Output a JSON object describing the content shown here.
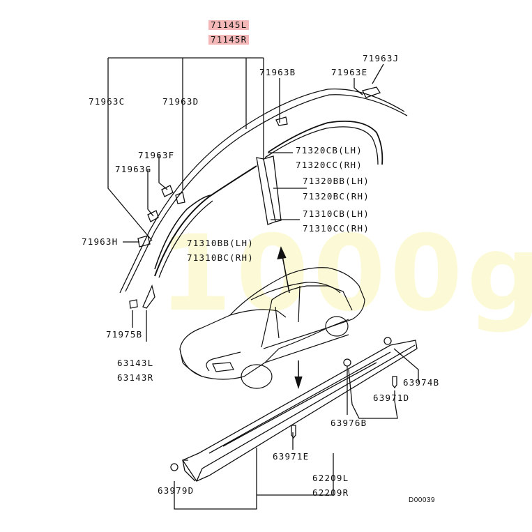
{
  "header": {
    "part_left": "71145L",
    "part_right": "71145R"
  },
  "labels": {
    "p71963J": "71963J",
    "p71963B": "71963B",
    "p71963E": "71963E",
    "p71963C": "71963C",
    "p71963D": "71963D",
    "p71963F": "71963F",
    "p71963G": "71963G",
    "p71963H": "71963H",
    "p71320CB": "71320CB(LH)",
    "p71320CC": "71320CC(RH)",
    "p71320BB": "71320BB(LH)",
    "p71320BC": "71320BC(RH)",
    "p71310CB": "71310CB(LH)",
    "p71310CC": "71310CC(RH)",
    "p71310BB": "71310BB(LH)",
    "p71310BC": "71310BC(RH)",
    "p71975B": "71975B",
    "p63143L": "63143L",
    "p63143R": "63143R",
    "p63974B": "63974B",
    "p63971D": "63971D",
    "p63976B": "63976B",
    "p63971E": "63971E",
    "p62209L": "62209L",
    "p62209R": "62209R",
    "p63979D": "63979D"
  },
  "diagram_code": "D00039",
  "watermark": "1000g"
}
